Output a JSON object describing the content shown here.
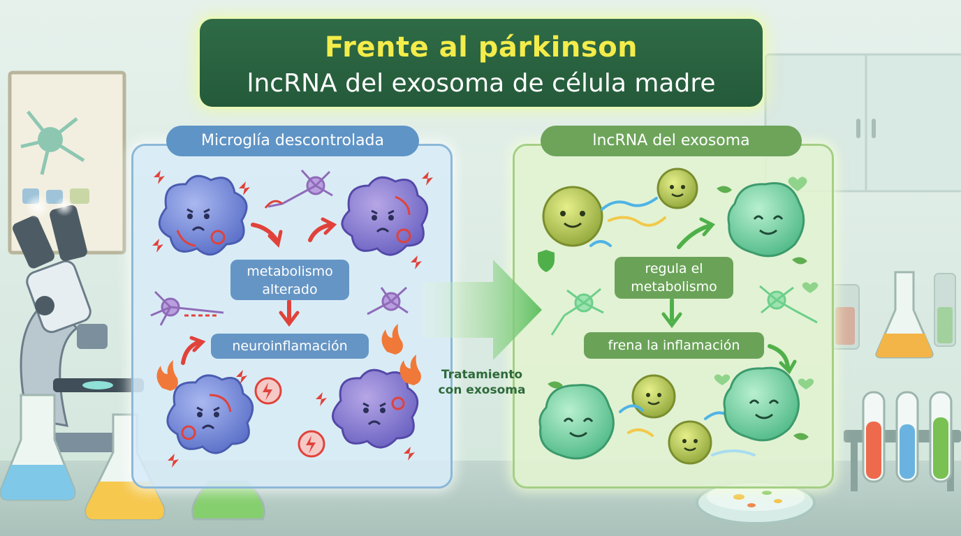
{
  "title": {
    "line1": "Frente al párkinson",
    "line2": "lncRNA del exosoma de célula madre"
  },
  "left_panel": {
    "header": "Microglía descontrolada",
    "label_metabolism": [
      "metabolismo",
      "alterado"
    ],
    "label_inflammation": "neuroinflamación"
  },
  "right_panel": {
    "header": "lncRNA del exosoma",
    "label_metabolism": [
      "regula el",
      "metabolismo"
    ],
    "label_inflammation": "frena la inflamación"
  },
  "treatment": [
    "Tratamiento",
    "con exosoma"
  ],
  "colors": {
    "title_bg": "#2f6b46",
    "title_line1": "#f3ec4a",
    "title_line2": "#ffffff",
    "left_header": "#5f94c6",
    "right_header": "#6da45a",
    "angry_cell": "#6f86d6",
    "happy_cell": "#6fcf9b",
    "exosome": "#b9c94a",
    "arrow_red": "#e0423a",
    "arrow_green": "#4fb04a"
  },
  "icons": [
    "microscope-icon",
    "flask-icon",
    "test-tube-icon",
    "petri-dish-icon",
    "neuron-icon",
    "lightning-icon",
    "fire-icon",
    "heart-icon",
    "leaf-icon",
    "shield-icon",
    "rna-strand-icon"
  ]
}
